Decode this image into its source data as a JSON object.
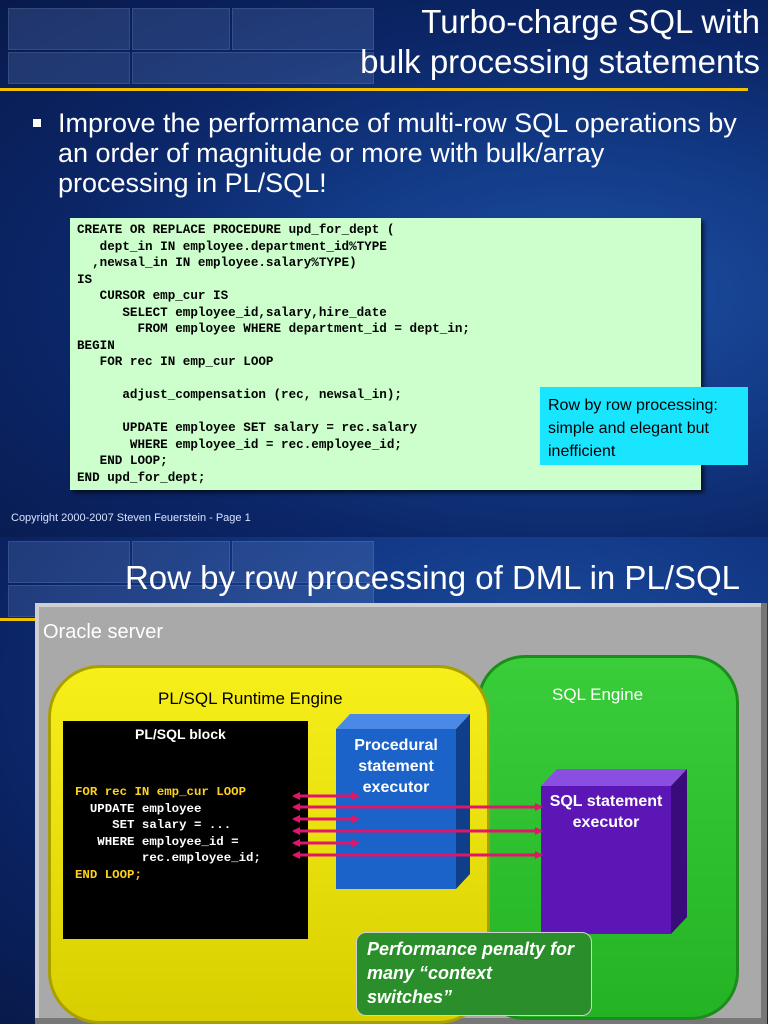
{
  "slide1": {
    "title_line1": "Turbo-charge SQL with",
    "title_line2": "bulk processing statements",
    "bullet": "Improve the performance of multi-row SQL operations by an order of magnitude or more with bulk/array processing in PL/SQL!",
    "code": "CREATE OR REPLACE PROCEDURE upd_for_dept (\n   dept_in IN employee.department_id%TYPE\n  ,newsal_in IN employee.salary%TYPE)\nIS\n   CURSOR emp_cur IS\n      SELECT employee_id,salary,hire_date\n        FROM employee WHERE department_id = dept_in;\nBEGIN\n   FOR rec IN emp_cur LOOP\n\n      adjust_compensation (rec, newsal_in);\n\n      UPDATE employee SET salary = rec.salary\n       WHERE employee_id = rec.employee_id;\n   END LOOP;\nEND upd_for_dept;",
    "callout": "Row by row processing: simple and elegant but inefficient",
    "copyright": "Copyright 2000-2007 Steven Feuerstein - Page 1"
  },
  "slide2": {
    "title": "Row by row processing of DML in PL/SQL",
    "server_label": "Oracle server",
    "plsql_engine_label": "PL/SQL Runtime Engine",
    "sql_engine_label": "SQL Engine",
    "block_title": "PL/SQL block",
    "block_code": [
      {
        "text": "FOR rec IN emp_cur LOOP",
        "keyword": true
      },
      {
        "text": "  UPDATE employee",
        "keyword": false
      },
      {
        "text": "     SET salary = ...",
        "keyword": false
      },
      {
        "text": "   WHERE employee_id =",
        "keyword": false
      },
      {
        "text": "         rec.employee_id;",
        "keyword": false
      },
      {
        "text": "END LOOP;",
        "keyword": true
      }
    ],
    "procedural_executor": "Procedural statement executor",
    "sql_executor": "SQL statement executor",
    "penalty_note": "Performance penalty for many “context switches”"
  },
  "colors": {
    "title_rule": "#f2c000",
    "code_bg": "#ccffcc",
    "callout_bg": "#19e5ff",
    "plsql_engine": "#f2e80a",
    "sql_engine": "#2fbf2f",
    "procedural_box": "#1b62c9",
    "sql_box": "#5b16b5",
    "arrow": "#e0156b"
  }
}
